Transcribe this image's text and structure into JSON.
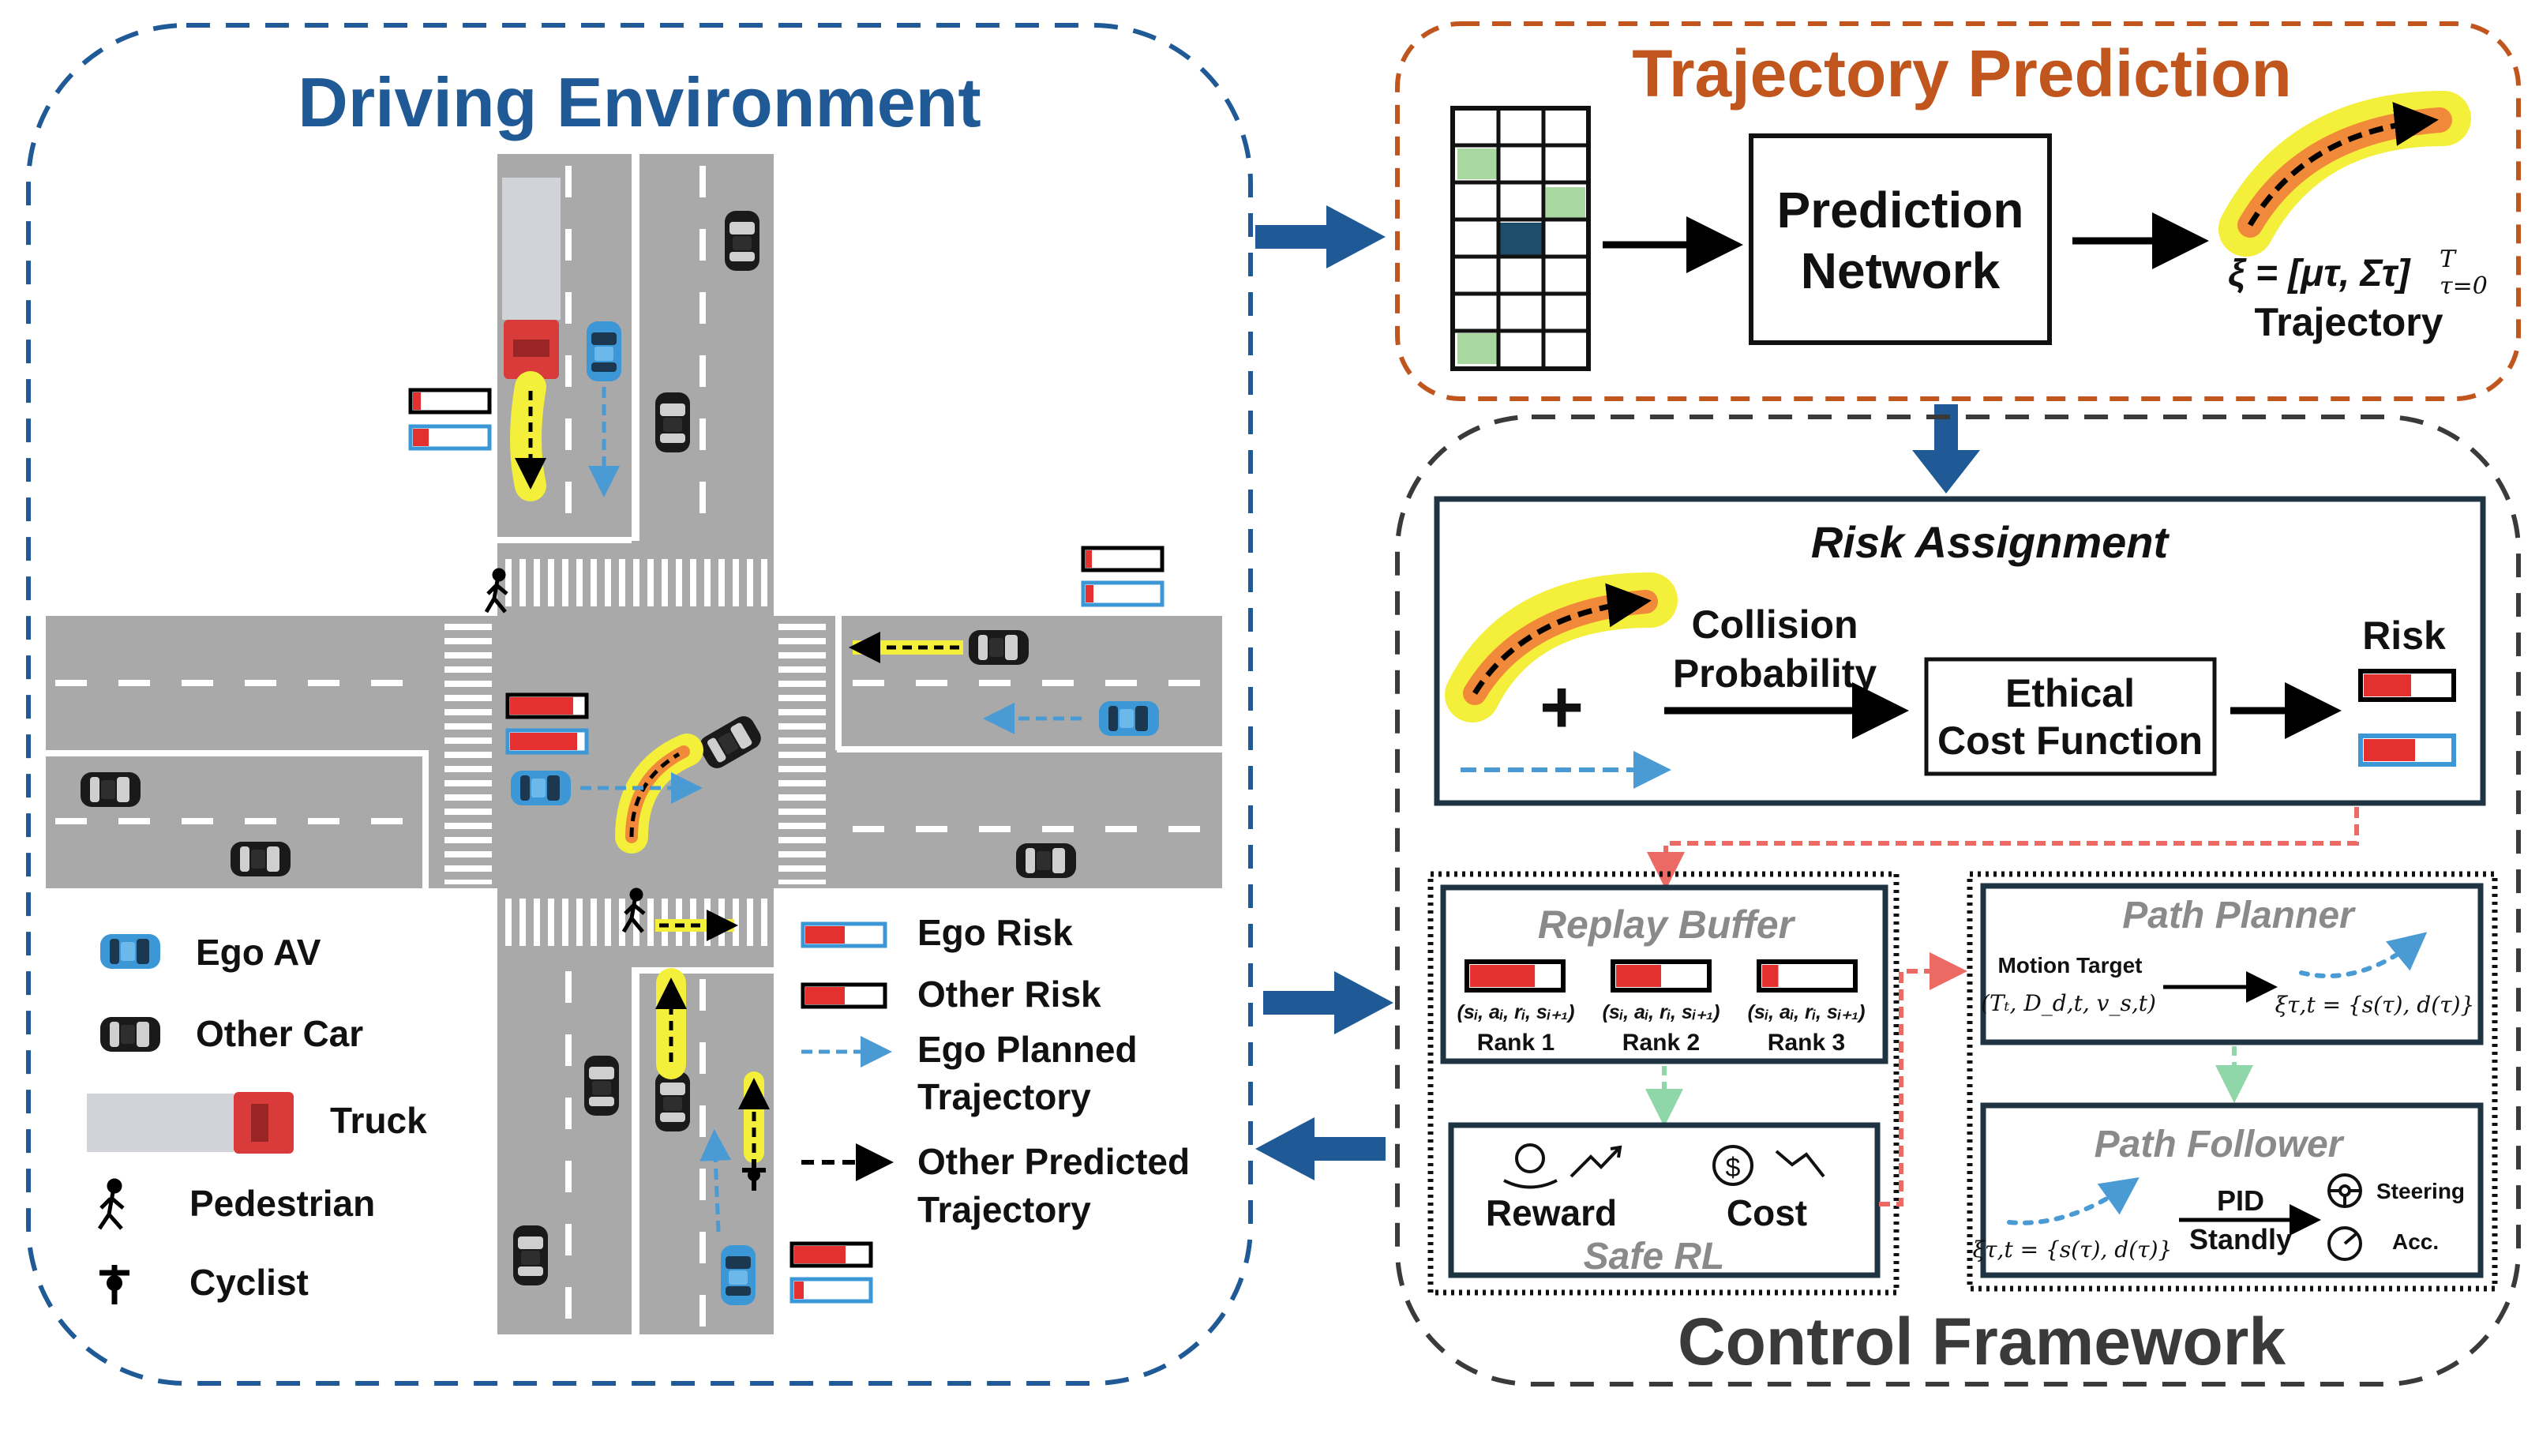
{
  "colors": {
    "blue_panel": "#1f5a96",
    "orange_panel": "#c0561e",
    "dark_panel": "#3a3a3a",
    "road": "#a9a9a9",
    "ego_blue": "#3c97d6",
    "red_risk": "#e53030",
    "yellow_halo": "#f3ef3a",
    "orange_halo": "#f08a3a",
    "green_cell": "#a8d8a0",
    "navy_cell": "#1e4d6b",
    "pink_dash": "#ec6a64",
    "green_dash": "#8fd6a8",
    "gray_title": "#8a8a8a"
  },
  "driving_env": {
    "title": "Driving Environment",
    "legend": {
      "ego_av": "Ego AV",
      "other_car": "Other Car",
      "truck": "Truck",
      "pedestrian": "Pedestrian",
      "cyclist": "Cyclist",
      "ego_risk": "Ego Risk",
      "other_risk": "Other Risk",
      "ego_planned_1": "Ego Planned",
      "ego_planned_2": "Trajectory",
      "other_pred_1": "Other Predicted",
      "other_pred_2": "Trajectory"
    }
  },
  "trajectory_prediction": {
    "title": "Trajectory Prediction",
    "network_1": "Prediction",
    "network_2": "Network",
    "formula": "ξ = [μτ, Στ]",
    "formula_sup": "T",
    "formula_sub": "τ=0",
    "output_label": "Trajectory"
  },
  "risk_assignment": {
    "title": "Risk Assignment",
    "plus": "+",
    "collision_1": "Collision",
    "collision_2": "Probability",
    "ethical_1": "Ethical",
    "ethical_2": "Cost Function",
    "risk": "Risk"
  },
  "replay_buffer": {
    "title": "Replay Buffer",
    "tuple": "(sᵢ, aᵢ, rᵢ, sᵢ₊₁)",
    "rank1": "Rank 1",
    "rank2": "Rank 2",
    "rank3": "Rank 3",
    "risk_fills": [
      0.72,
      0.5,
      0.18
    ]
  },
  "safe_rl": {
    "title": "Safe RL",
    "reward": "Reward",
    "cost": "Cost"
  },
  "path_planner": {
    "title": "Path Planner",
    "motion_target": "Motion Target",
    "motion_formula": "(Tₜ, D_d,t, v_s,t)",
    "path_formula": "ξτ,t = {s(τ), d(τ)}"
  },
  "path_follower": {
    "title": "Path Follower",
    "path_formula": "ξτ,t = {s(τ), d(τ)}",
    "pid": "PID",
    "standly": "Standly",
    "steering": "Steering",
    "acc": "Acc."
  },
  "control_framework": {
    "title": "Control Framework"
  }
}
